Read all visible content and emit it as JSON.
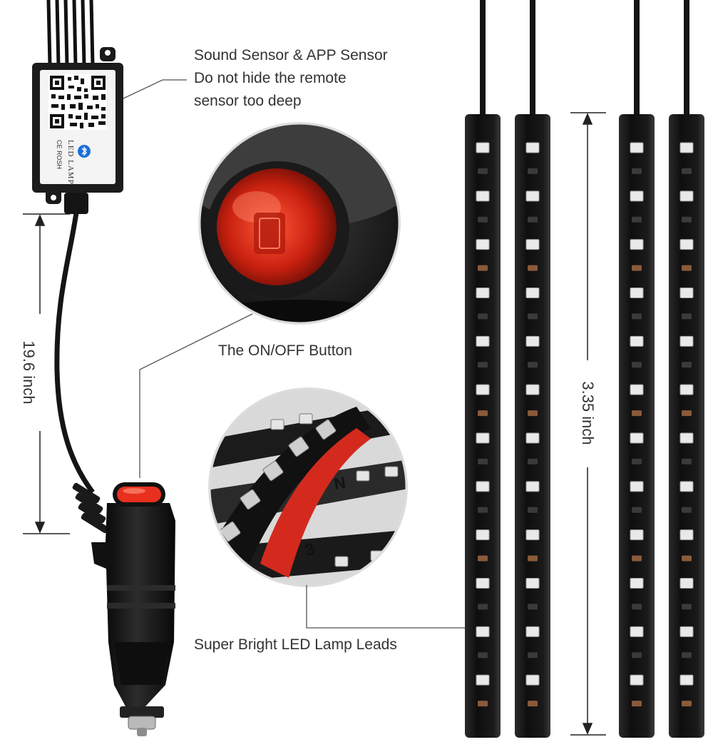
{
  "callouts": {
    "sensor_line1": "Sound Sensor & APP Sensor",
    "sensor_line2": "Do not hide the remote",
    "sensor_line3": "sensor too deep",
    "button": "The ON/OFF Button",
    "leads": "Super Bright LED Lamp Leads"
  },
  "dimensions": {
    "cable_length": "19.6 inch",
    "strip_length": "3.35 inch"
  },
  "control_box": {
    "brand_line1": "LED LAMP",
    "brand_line2": "CE ROSH",
    "bluetooth_icon": "bluetooth-icon"
  },
  "zoom_detail": {
    "strip_mark_1": "3",
    "strip_mark_2": "N"
  },
  "colors": {
    "strip_body": "#151515",
    "button_red": "#e8301f",
    "leader_line": "#555555",
    "text": "#333333"
  },
  "strips": {
    "count": 4,
    "leds_per_strip": 12
  }
}
